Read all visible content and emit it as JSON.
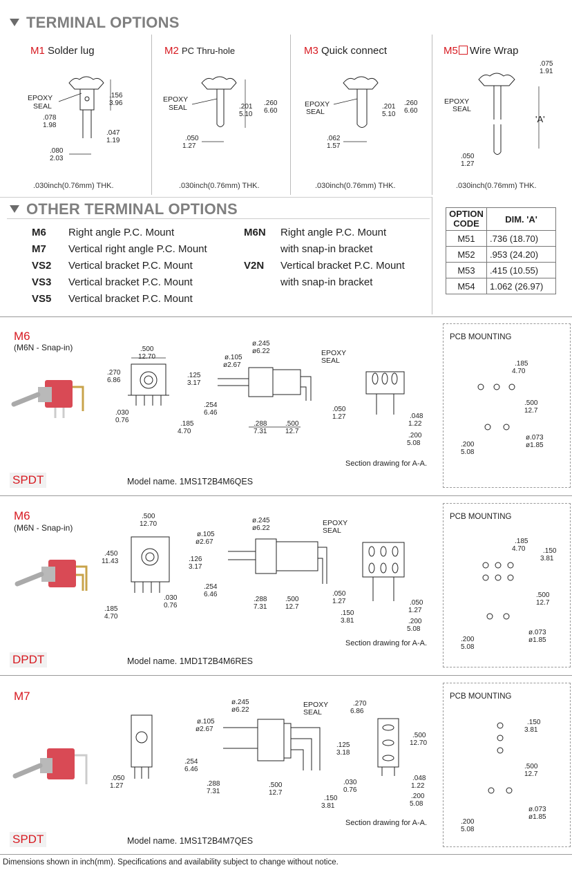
{
  "terminal_options": {
    "title": "TERMINAL OPTIONS",
    "items": [
      {
        "code": "M1",
        "name": "Solder lug",
        "thk": ".030inch(0.76mm) THK."
      },
      {
        "code": "M2",
        "name": "PC Thru-hole",
        "thk": ".030inch(0.76mm) THK."
      },
      {
        "code": "M3",
        "name": "Quick connect",
        "thk": ".030inch(0.76mm) THK."
      },
      {
        "code": "M5",
        "name": "Wire Wrap",
        "thk": ".030inch(0.76mm) THK."
      }
    ],
    "m1": {
      "epoxy": "EPOXY",
      "seal": "SEAL",
      "d1a": ".156",
      "d1b": "3.96",
      "d2a": ".078",
      "d2b": "1.98",
      "d3a": ".047",
      "d3b": "1.19",
      "d4a": ".080",
      "d4b": "2.03"
    },
    "m2": {
      "epoxy": "EPOXY",
      "seal": "SEAL",
      "d1a": ".260",
      "d1b": "6.60",
      "d2a": ".201",
      "d2b": "5.10",
      "d3a": ".050",
      "d3b": "1.27"
    },
    "m3": {
      "epoxy": "EPOXY",
      "seal": "SEAL",
      "d1a": ".260",
      "d1b": "6.60",
      "d2a": ".201",
      "d2b": "5.10",
      "d3a": ".062",
      "d3b": "1.57"
    },
    "m5": {
      "epoxy": "EPOXY",
      "seal": "SEAL",
      "d1a": ".075",
      "d1b": "1.91",
      "a": "'A'",
      "d3a": ".050",
      "d3b": "1.27"
    }
  },
  "other_terminal_options": {
    "title": "OTHER TERMINAL OPTIONS",
    "left": [
      {
        "code": "M6",
        "desc": "Right angle P.C. Mount"
      },
      {
        "code": "M7",
        "desc": "Vertical right angle P.C. Mount"
      },
      {
        "code": "VS2",
        "desc": "Vertical bracket P.C. Mount"
      },
      {
        "code": "VS3",
        "desc": "Vertical bracket P.C. Mount"
      },
      {
        "code": "VS5",
        "desc": "Vertical bracket P.C. Mount"
      }
    ],
    "right": [
      {
        "code": "M6N",
        "desc": "Right angle P.C. Mount"
      },
      {
        "code": "",
        "desc": "with snap-in bracket"
      },
      {
        "code": "V2N",
        "desc": "Vertical bracket P.C. Mount"
      },
      {
        "code": "",
        "desc": "with snap-in bracket"
      }
    ]
  },
  "option_table": {
    "head1": "OPTION",
    "head2": "CODE",
    "head3": "DIM. 'A'",
    "rows": [
      {
        "code": "M51",
        "dim": ".736 (18.70)"
      },
      {
        "code": "M52",
        "dim": ".953 (24.20)"
      },
      {
        "code": "M53",
        "dim": ".415 (10.55)"
      },
      {
        "code": "M54",
        "dim": "1.062 (26.97)"
      }
    ]
  },
  "panels": [
    {
      "title": "M6",
      "sub": "(M6N - Snap-in)",
      "pole": "SPDT",
      "model": "Model name. 1MS1T2B4M6QES",
      "section": "Section drawing for A-A.",
      "pcb": "PCB MOUNTING",
      "d": {
        "w1": ".500",
        "w2": "12.70",
        "h1": ".270",
        "h2": "6.86",
        "t1": ".125",
        "t2": "3.17",
        "b1": ".030",
        "b2": "0.76",
        "b3": ".185",
        "b4": "4.70",
        "s1": "ø.105",
        "s2": "ø2.67",
        "s3": "ø.245",
        "s4": "ø6.22",
        "e1": "EPOXY",
        "e2": "SEAL",
        "l1": ".254",
        "l2": "6.46",
        "l3": ".288",
        "l4": "7.31",
        "l5": ".500",
        "l6": "12.7",
        "l7": ".050",
        "l8": "1.27",
        "r1": ".048",
        "r2": "1.22",
        "r3": ".200",
        "r4": "5.08",
        "p1": ".185",
        "p2": "4.70",
        "p3": ".500",
        "p4": "12.7",
        "p5": ".200",
        "p6": "5.08",
        "p7": "ø.073",
        "p8": "ø1.85"
      }
    },
    {
      "title": "M6",
      "sub": "(M6N - Snap-in)",
      "pole": "DPDT",
      "model": "Model name. 1MD1T2B4M6RES",
      "section": "Section drawing for A-A.",
      "pcb": "PCB MOUNTING",
      "d": {
        "w1": ".500",
        "w2": "12.70",
        "h1": ".450",
        "h2": "11.43",
        "t1": ".126",
        "t2": "3.17",
        "b1": ".030",
        "b2": "0.76",
        "b3": ".185",
        "b4": "4.70",
        "s1": "ø.105",
        "s2": "ø2.67",
        "s3": "ø.245",
        "s4": "ø6.22",
        "e1": "EPOXY",
        "e2": "SEAL",
        "l1": ".254",
        "l2": "6.46",
        "l3": ".288",
        "l4": "7.31",
        "l5": ".500",
        "l6": "12.7",
        "l7": ".050",
        "l8": "1.27",
        "l9": ".150",
        "l10": "3.81",
        "r1": ".050",
        "r2": "1.27",
        "r3": ".200",
        "r4": "5.08",
        "p1": ".185",
        "p2": "4.70",
        "p9": ".150",
        "p10": "3.81",
        "p3": ".500",
        "p4": "12.7",
        "p5": ".200",
        "p6": "5.08",
        "p7": "ø.073",
        "p8": "ø1.85"
      }
    },
    {
      "title": "M7",
      "sub": "",
      "pole": "SPDT",
      "model": "Model name. 1MS1T2B4M7QES",
      "section": "Section drawing for A-A.",
      "pcb": "PCB MOUNTING",
      "d": {
        "b1": ".050",
        "b2": "1.27",
        "s1": "ø.105",
        "s2": "ø2.67",
        "s3": "ø.245",
        "s4": "ø6.22",
        "e1": "EPOXY",
        "e2": "SEAL",
        "l1": ".254",
        "l2": "6.46",
        "l3": ".288",
        "l4": "7.31",
        "l5": ".500",
        "l6": "12.7",
        "t1": ".125",
        "t2": "3.18",
        "c1": ".030",
        "c2": "0.76",
        "c3": ".150",
        "c4": "3.81",
        "w1": ".270",
        "w2": "6.86",
        "h1": ".500",
        "h2": "12.70",
        "r1": ".048",
        "r2": "1.22",
        "r3": ".200",
        "r4": "5.08",
        "p9": ".150",
        "p10": "3.81",
        "p3": ".500",
        "p4": "12.7",
        "p5": ".200",
        "p6": "5.08",
        "p7": "ø.073",
        "p8": "ø1.85"
      }
    }
  ],
  "footer": "Dimensions shown in inch(mm).   Specifications and availability subject to change without notice.",
  "colors": {
    "accent": "#d71920",
    "heading": "#7f7f7f"
  }
}
